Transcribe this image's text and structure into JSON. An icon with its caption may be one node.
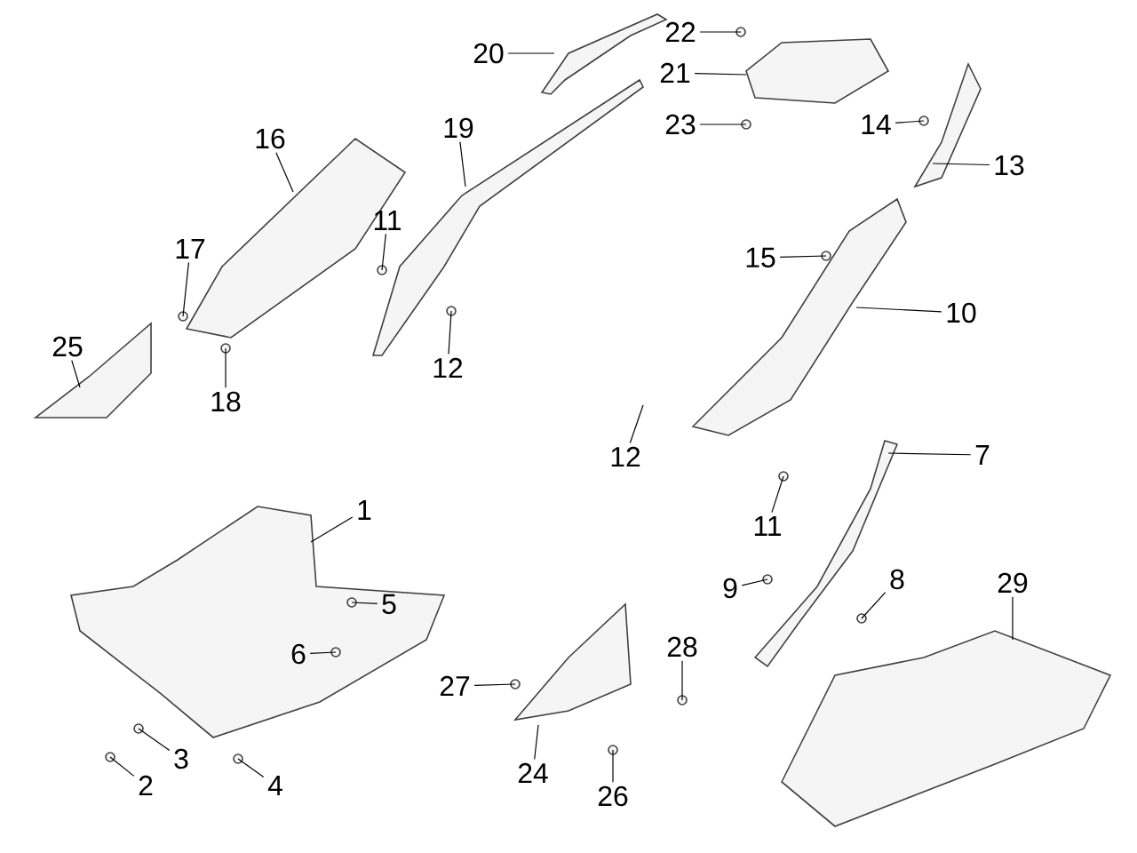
{
  "diagram": {
    "nodes": [
      {
        "text": [
          "22"
        ]
      },
      {
        "text": [
          "20"
        ]
      },
      {
        "text": [
          "21"
        ]
      },
      {
        "text": [
          "23"
        ]
      },
      {
        "text": [
          "14"
        ]
      },
      {
        "text": [
          "16"
        ]
      },
      {
        "text": [
          "19"
        ]
      },
      {
        "text": [
          "13"
        ]
      },
      {
        "text": [
          "11"
        ]
      },
      {
        "text": [
          "17"
        ]
      },
      {
        "text": [
          "15"
        ]
      },
      {
        "text": [
          "10"
        ]
      },
      {
        "text": [
          "25"
        ]
      },
      {
        "text": [
          "12"
        ]
      },
      {
        "text": [
          "18"
        ]
      },
      {
        "text": [
          "12"
        ]
      },
      {
        "text": [
          "7"
        ]
      },
      {
        "text": [
          "1"
        ]
      },
      {
        "text": [
          "11"
        ]
      },
      {
        "text": [
          "29"
        ]
      },
      {
        "text": [
          "8"
        ]
      },
      {
        "text": [
          "9"
        ]
      },
      {
        "text": [
          "5"
        ]
      },
      {
        "text": [
          "28"
        ]
      },
      {
        "text": [
          "6"
        ]
      },
      {
        "text": [
          "27"
        ]
      },
      {
        "text": [
          "3"
        ]
      },
      {
        "text": [
          "24"
        ]
      },
      {
        "text": [
          "2"
        ]
      },
      {
        "text": [
          "4"
        ]
      },
      {
        "text": [
          "26"
        ]
      }
    ],
    "edges": [
      {
        "from": 0,
        "to": null,
        "arrow": "none"
      },
      {
        "from": 1,
        "to": null,
        "arrow": "none"
      },
      {
        "from": 2,
        "to": null,
        "arrow": "none"
      },
      {
        "from": 3,
        "to": null,
        "arrow": "none"
      },
      {
        "from": 4,
        "to": null,
        "arrow": "none"
      },
      {
        "from": 5,
        "to": null,
        "arrow": "none"
      },
      {
        "from": 6,
        "to": null,
        "arrow": "none"
      },
      {
        "from": 7,
        "to": null,
        "arrow": "none"
      },
      {
        "from": 8,
        "to": null,
        "arrow": "none"
      },
      {
        "from": 9,
        "to": null,
        "arrow": "none"
      },
      {
        "from": 10,
        "to": null,
        "arrow": "none"
      },
      {
        "from": 11,
        "to": null,
        "arrow": "none"
      },
      {
        "from": 12,
        "to": null,
        "arrow": "none"
      },
      {
        "from": 13,
        "to": null,
        "arrow": "none"
      },
      {
        "from": 14,
        "to": null,
        "arrow": "none"
      },
      {
        "from": 15,
        "to": null,
        "arrow": "none"
      },
      {
        "from": 16,
        "to": null,
        "arrow": "none"
      },
      {
        "from": 17,
        "to": null,
        "arrow": "none"
      },
      {
        "from": 18,
        "to": null,
        "arrow": "none"
      },
      {
        "from": 19,
        "to": null,
        "arrow": "none"
      },
      {
        "from": 20,
        "to": null,
        "arrow": "none"
      },
      {
        "from": 21,
        "to": null,
        "arrow": "none"
      },
      {
        "from": 22,
        "to": null,
        "arrow": "none"
      },
      {
        "from": 23,
        "to": null,
        "arrow": "none"
      },
      {
        "from": 24,
        "to": null,
        "arrow": "none"
      },
      {
        "from": 25,
        "to": null,
        "arrow": "none"
      },
      {
        "from": 26,
        "to": null,
        "arrow": "none"
      },
      {
        "from": 27,
        "to": null,
        "arrow": "none"
      },
      {
        "from": 28,
        "to": null,
        "arrow": "none"
      },
      {
        "from": 29,
        "to": null,
        "arrow": "none"
      },
      {
        "from": 30,
        "to": null,
        "arrow": "none"
      }
    ]
  }
}
